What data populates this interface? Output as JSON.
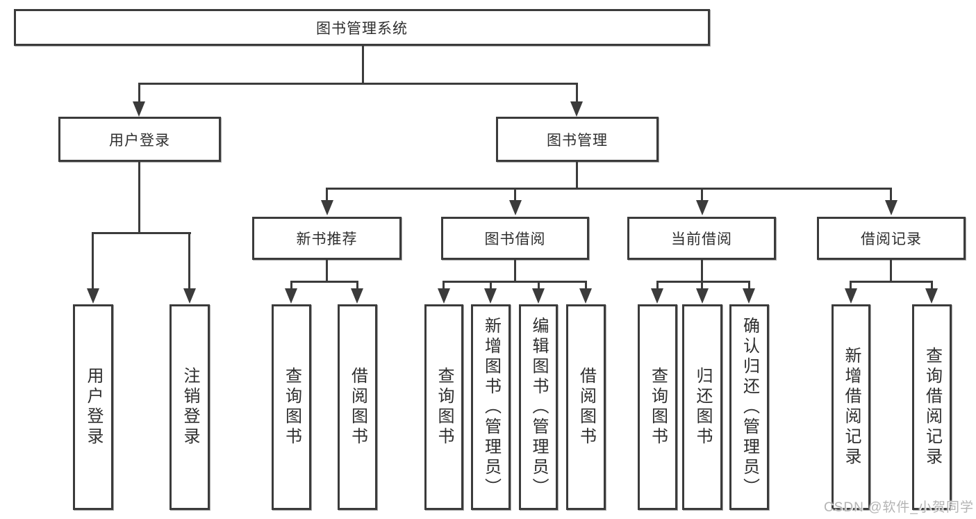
{
  "nodes": {
    "root": {
      "label": "图书管理系统"
    },
    "l2": [
      {
        "label": "用户登录"
      },
      {
        "label": "图书管理"
      }
    ],
    "l3": [
      {
        "label": "新书推荐"
      },
      {
        "label": "图书借阅"
      },
      {
        "label": "当前借阅"
      },
      {
        "label": "借阅记录"
      }
    ],
    "leaves": [
      {
        "label": "用户登录"
      },
      {
        "label": "注销登录"
      },
      {
        "label": "查询图书"
      },
      {
        "label": "借阅图书"
      },
      {
        "label": "查询图书"
      },
      {
        "label": "新增图书（管理员）"
      },
      {
        "label": "编辑图书（管理员）"
      },
      {
        "label": "借阅图书"
      },
      {
        "label": "查询图书"
      },
      {
        "label": "归还图书"
      },
      {
        "label": "确认归还（管理员）"
      },
      {
        "label": "新增借阅记录"
      },
      {
        "label": "查询借阅记录"
      }
    ]
  },
  "watermark": {
    "text": "CSDN @软件_小贺同学"
  },
  "colors": {
    "line": "#3b3b3b",
    "box_border": "#3b3b3b",
    "box_fill": "#ffffff",
    "text": "#2e2e2e",
    "watermark": "#b4b4b4",
    "background": "#ffffff"
  }
}
